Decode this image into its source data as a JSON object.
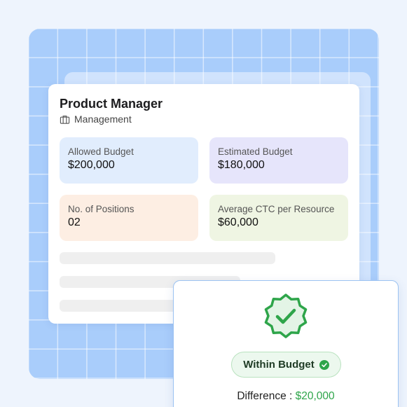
{
  "job": {
    "title": "Product Manager",
    "department": "Management",
    "department_icon": "briefcase-icon"
  },
  "stats": [
    {
      "label": "Allowed Budget",
      "value": "$200,000",
      "color": "#e1edfd"
    },
    {
      "label": "Estimated Budget",
      "value": "$180,000",
      "color": "#e6e5fb"
    },
    {
      "label": "No. of Positions",
      "value": "02",
      "color": "#fdeee3"
    },
    {
      "label": "Average CTC per Resource",
      "value": "$60,000",
      "color": "#eff5e3"
    }
  ],
  "result": {
    "status_icon": "verified-badge-icon",
    "status_label": "Within Budget",
    "status_label_icon": "check-circle-icon",
    "difference_label": "Difference :",
    "difference_value": "$20,000",
    "accent_color": "#2ea54a"
  }
}
